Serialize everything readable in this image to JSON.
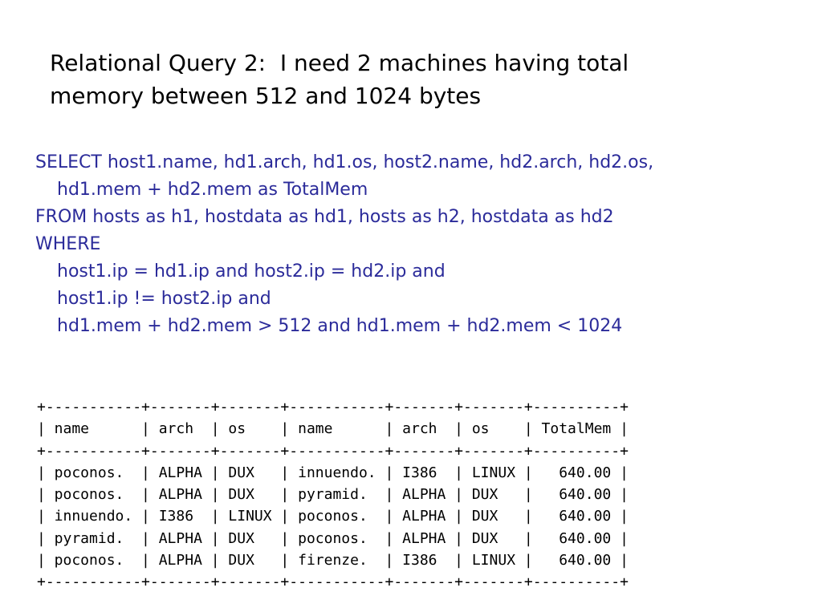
{
  "slide": {
    "title_lines": [
      "Relational Query 2:  I need 2 machines having total",
      "memory between 512 and 1024 bytes"
    ],
    "sql_lines": [
      {
        "text": "SELECT host1.name, hd1.arch, hd1.os, host2.name, hd2.arch, hd2.os,",
        "indent": false
      },
      {
        "text": "hd1.mem + hd2.mem as TotalMem",
        "indent": true
      },
      {
        "text": "FROM hosts as h1, hostdata as hd1, hosts as h2, hostdata as hd2",
        "indent": false
      },
      {
        "text": "WHERE",
        "indent": false
      },
      {
        "text": "host1.ip = hd1.ip and host2.ip = hd2.ip and",
        "indent": true
      },
      {
        "text": "host1.ip != host2.ip and",
        "indent": true
      },
      {
        "text": "hd1.mem + hd2.mem > 512 and hd1.mem + hd2.mem < 1024",
        "indent": true
      }
    ],
    "result_table": {
      "border_line": "+-----------+-------+-------+-----------+-------+-------+----------+",
      "header_line": "| name      | arch  | os    | name      | arch  | os    | TotalMem |",
      "rows": [
        "| poconos.  | ALPHA | DUX   | innuendo. | I386  | LINUX |   640.00 |",
        "| poconos.  | ALPHA | DUX   | pyramid.  | ALPHA | DUX   |   640.00 |",
        "| innuendo. | I386  | LINUX | poconos.  | ALPHA | DUX   |   640.00 |",
        "| pyramid.  | ALPHA | DUX   | poconos.  | ALPHA | DUX   |   640.00 |",
        "| poconos.  | ALPHA | DUX   | firenze.  | I386  | LINUX |   640.00 |"
      ]
    },
    "colors": {
      "title": "#000000",
      "sql": "#2b2b9a",
      "result": "#000000",
      "background": "#ffffff"
    }
  }
}
